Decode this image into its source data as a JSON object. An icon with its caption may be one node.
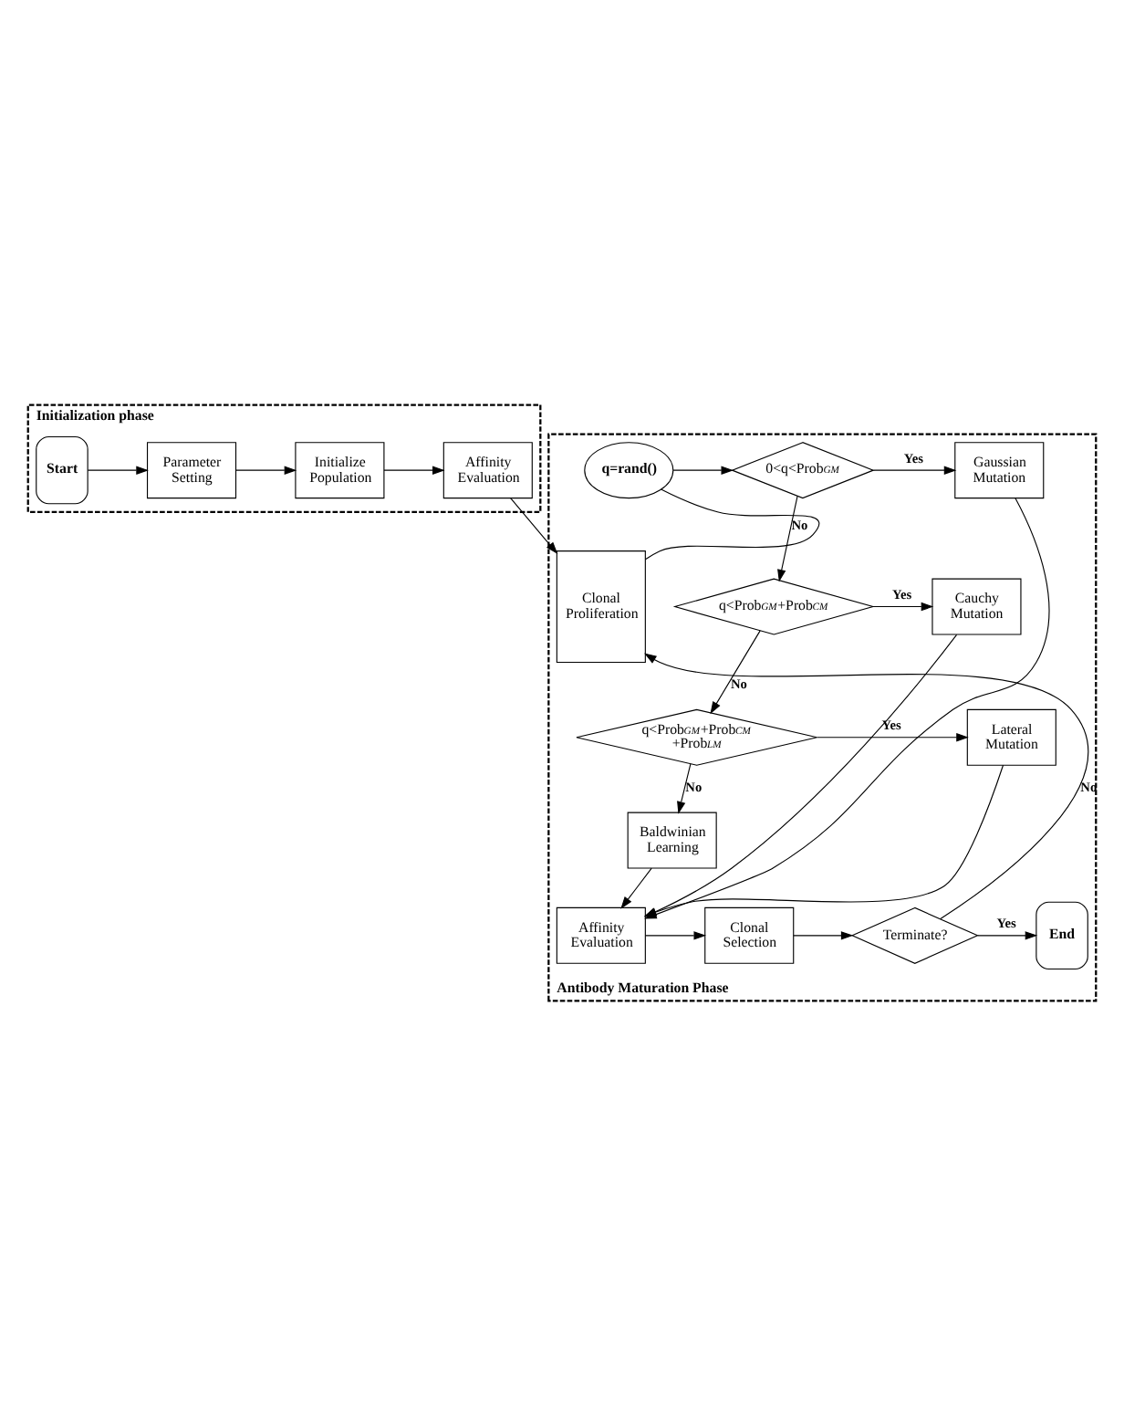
{
  "diagram": {
    "nodes": [
      {
        "text": [
          "Initialization phase"
        ]
      },
      {
        "text": [
          "Start"
        ],
        "in": 0
      },
      {
        "text": [
          "Parameter Setting"
        ],
        "in": 0
      },
      {
        "text": [
          "Initialize Population"
        ],
        "in": 0
      },
      {
        "text": [
          "Affinity Evaluation"
        ],
        "in": 0
      },
      {
        "text": [
          "Antibody Maturation Phase"
        ]
      },
      {
        "text": [
          "q=rand()"
        ],
        "in": 5
      },
      {
        "text": [
          "Clonal Proliferation"
        ],
        "in": 5
      },
      {
        "text": [
          "0<q<Prob$_{GM}$"
        ],
        "in": 5
      },
      {
        "text": [
          "Gaussian Mutation"
        ],
        "in": 5
      },
      {
        "text": [
          "q<Prob$_{GM}$+Prob$_{CM}$"
        ],
        "in": 5
      },
      {
        "text": [
          "Cauchy Mutation"
        ],
        "in": 5
      },
      {
        "text": [
          "q<Prob$_{GM}$+Prob$_{CM}$ +Prob$_{LM}$"
        ],
        "in": 5
      },
      {
        "text": [
          "Lateral Mutation"
        ],
        "in": 5
      },
      {
        "text": [
          "Baldwinian Learning"
        ],
        "in": 5
      },
      {
        "text": [
          "Affinity Evaluation"
        ],
        "in": 5
      },
      {
        "text": [
          "Clonal Selection"
        ],
        "in": 5
      },
      {
        "text": [
          "Terminate?"
        ],
        "in": 5
      },
      {
        "text": [
          "End"
        ],
        "in": 5
      }
    ],
    "edges": [
      {
        "from": 1,
        "to": 2,
        "arrow": "to"
      },
      {
        "from": 2,
        "to": 3,
        "arrow": "to"
      },
      {
        "from": 3,
        "to": 4,
        "arrow": "to"
      },
      {
        "from": 4,
        "to": 7,
        "arrow": "to"
      },
      {
        "from": 7,
        "to": 6,
        "arrow": "none"
      },
      {
        "from": 6,
        "to": 8,
        "arrow": "to"
      },
      {
        "from": 8,
        "to": 9,
        "arrow": "to",
        "label": "Yes"
      },
      {
        "from": 8,
        "to": 10,
        "arrow": "to",
        "label": "No"
      },
      {
        "from": 10,
        "to": 11,
        "arrow": "to",
        "label": "Yes"
      },
      {
        "from": 10,
        "to": 12,
        "arrow": "to",
        "label": "No"
      },
      {
        "from": 12,
        "to": 13,
        "arrow": "to",
        "label": "Yes"
      },
      {
        "from": 12,
        "to": 14,
        "arrow": "to",
        "label": "No"
      },
      {
        "from": 9,
        "to": 15,
        "arrow": "to"
      },
      {
        "from": 11,
        "to": 15,
        "arrow": "to"
      },
      {
        "from": 13,
        "to": 15,
        "arrow": "to"
      },
      {
        "from": 14,
        "to": 15,
        "arrow": "to"
      },
      {
        "from": 15,
        "to": 16,
        "arrow": "to"
      },
      {
        "from": 16,
        "to": 17,
        "arrow": "to"
      },
      {
        "from": 17,
        "to": 18,
        "arrow": "to",
        "label": "Yes"
      },
      {
        "from": 17,
        "to": 7,
        "arrow": "to",
        "label": "No"
      }
    ]
  }
}
